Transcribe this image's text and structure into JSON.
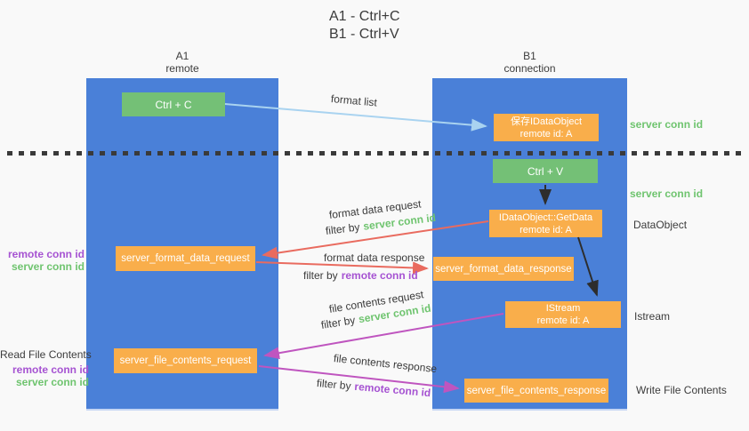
{
  "title": {
    "line1": "A1 - Ctrl+C",
    "line2": "B1 - Ctrl+V"
  },
  "lanes": {
    "left": {
      "name": "A1",
      "subtitle": "remote"
    },
    "right": {
      "name": "B1",
      "subtitle": "connection"
    }
  },
  "nodes": {
    "ctrl_c": {
      "label": "Ctrl + C"
    },
    "ctrl_v": {
      "label": "Ctrl + V"
    },
    "save_dataobject": {
      "line1": "保存IDataObject",
      "line2": "remote id: A"
    },
    "getdata": {
      "line1": "IDataObject::GetData",
      "line2": "remote id: A"
    },
    "istream": {
      "line1": "IStream",
      "line2": "remote id: A"
    },
    "format_request": {
      "label": "server_format_data_request"
    },
    "format_response": {
      "label": "server_format_data_response"
    },
    "file_request": {
      "label": "server_file_contents_request"
    },
    "file_response": {
      "label": "server_file_contents_response"
    }
  },
  "edge_labels": {
    "format_list": "format list",
    "format_data_request": "format data request",
    "format_data_response": "format data response",
    "file_contents_request": "file contents request",
    "file_contents_response": "file contents response",
    "filter_by": "filter by",
    "server_conn_id": "server conn id",
    "remote_conn_id": "remote conn id"
  },
  "side_labels": {
    "right_server_conn_id_top": "server conn id",
    "right_server_conn_id_mid": "server conn id",
    "dataobject": "DataObject",
    "istream": "Istream",
    "write_file_contents": "Write File Contents",
    "left_remote_conn_id_1": "remote conn id",
    "left_server_conn_id_1": "server conn id",
    "read_file_contents": "Read File Contents",
    "left_remote_conn_id_2": "remote conn id",
    "left_server_conn_id_2": "server conn id"
  },
  "colors": {
    "lane_blue": "#4a80d8",
    "node_green": "#74c076",
    "node_orange": "#f9ae4b",
    "arrow_lightblue": "#a9d3f0",
    "arrow_red": "#e96b5f",
    "arrow_magenta": "#bf55bf",
    "arrow_black": "#2d2d2d",
    "text_green": "#6fc46f",
    "text_purple": "#a653d2"
  }
}
